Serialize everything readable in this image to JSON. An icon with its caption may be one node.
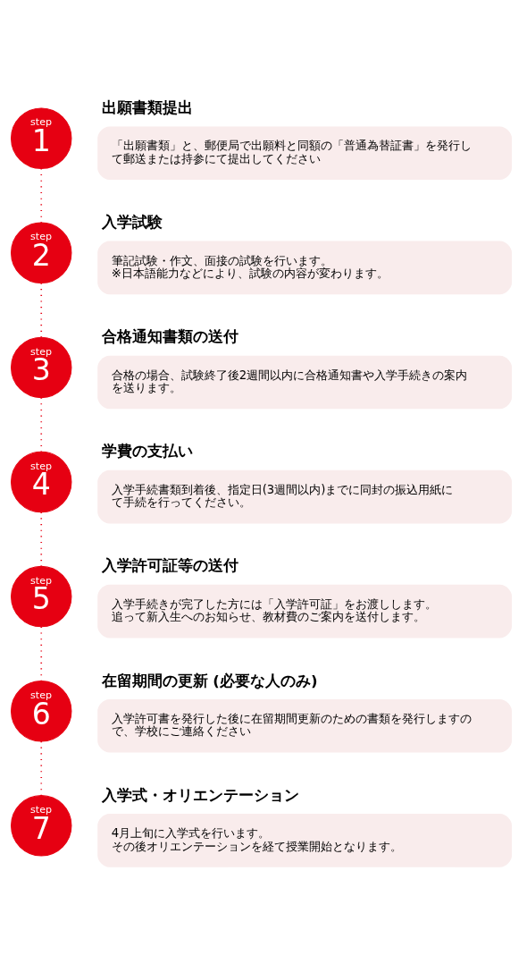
{
  "diagram": {
    "nodes": [
      {
        "text": [
          "step",
          "1"
        ]
      },
      {
        "text": [
          "出願書類提出",
          "「出願書類」と、郵便局で出願料と同額の「普通為替証書」を発行して郵送または持参にて提出してください"
        ]
      },
      {
        "text": [
          "step",
          "2"
        ]
      },
      {
        "text": [
          "入学試験",
          "筆記試験・作文、面接の試験を行います。※日本語能力などにより、試験の内容が変わります。"
        ]
      },
      {
        "text": [
          "step",
          "3"
        ]
      },
      {
        "text": [
          "合格通知書類の送付",
          "合格の場合、試験終了後2週間以内に合格通知書や入学手続きの案内を送ります。"
        ]
      },
      {
        "text": [
          "step",
          "4"
        ]
      },
      {
        "text": [
          "学費の支払い",
          "入学手続書類到着後、指定日(3週間以内)までに同封の振込用紙にて手続を行ってください。"
        ]
      },
      {
        "text": [
          "step",
          "5"
        ]
      },
      {
        "text": [
          "入学許可証等の送付",
          "入学手続きが完了した方には「入学許可証」をお渡しします。追って新入生へのお知らせ、教材費のご案内を送付します。"
        ]
      },
      {
        "text": [
          "step",
          "6"
        ]
      },
      {
        "text": [
          "在留期間の更新 (必要な人のみ)",
          "入学許可書を発行した後に在留期間更新のための書類を発行しますので、学校にご連絡ください"
        ]
      },
      {
        "text": [
          "step",
          "7"
        ]
      },
      {
        "text": [
          "入学式・オリエンテーション",
          "4月上旬に入学式を行います。その後オリエンテーションを経て授業開始となります。"
        ]
      }
    ],
    "edges": [
      {
        "from": 0,
        "to": 2,
        "arrow": "none",
        "style": "dashed"
      },
      {
        "from": 2,
        "to": 4,
        "arrow": "none",
        "style": "dashed"
      },
      {
        "from": 4,
        "to": 6,
        "arrow": "none",
        "style": "dashed"
      },
      {
        "from": 6,
        "to": 8,
        "arrow": "none",
        "style": "dashed"
      },
      {
        "from": 8,
        "to": 10,
        "arrow": "none",
        "style": "dashed"
      },
      {
        "from": 10,
        "to": 12,
        "arrow": "none",
        "style": "dashed"
      }
    ]
  }
}
